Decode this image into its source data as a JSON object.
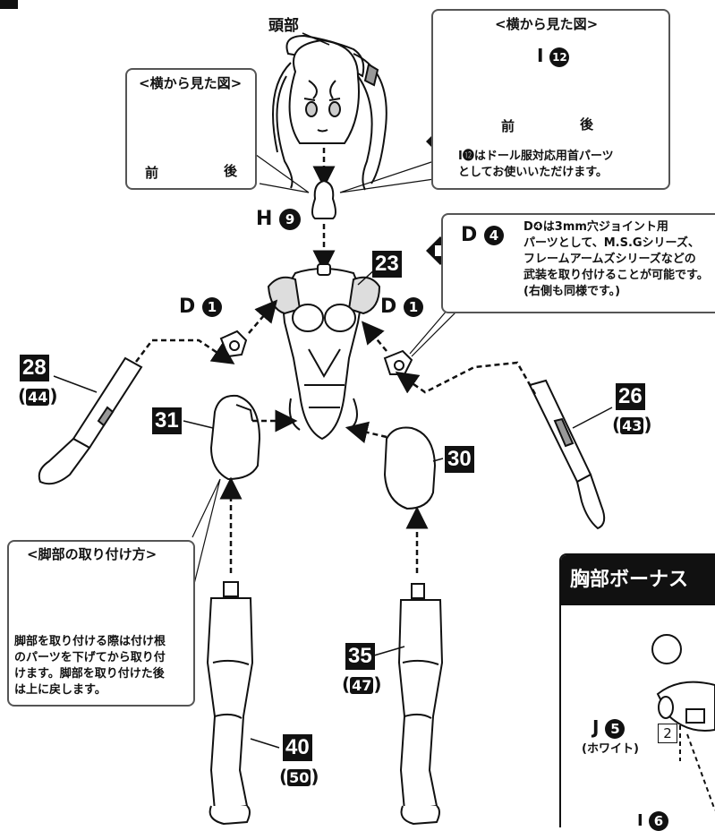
{
  "head_label": "頭部",
  "side_view_title": "<横から見た図>",
  "side_view_right_title": "<横から見た図>",
  "front_label": "前",
  "back_label": "後",
  "part_i12": "I",
  "part_i12_num": "12",
  "note_i12": "I⓬はドール服対応用首パーツとしてお使いいただけます。",
  "note_i12_lines": [
    "I⓬はドール服対応用首パーツ",
    "としてお使いいただけます。"
  ],
  "part_h": "H",
  "part_h_num": "9",
  "part_d": "D",
  "part_d4_num": "4",
  "part_d1_num": "1",
  "note_d4_lines": [
    "D❹は3mm穴ジョイント用",
    "パーツとして、M.S.Gシリーズ、",
    "フレームアームズシリーズなどの",
    "武装を取り付けることが可能です。",
    "(右側も同様です。)"
  ],
  "callouts": {
    "n23": "23",
    "n28": "28",
    "n44": "44",
    "n26": "26",
    "n43": "43",
    "n31": "31",
    "n30": "30",
    "n35": "35",
    "n47": "47",
    "n40": "40",
    "n50": "50"
  },
  "leg_box_title": "<脚部の取り付け方>",
  "leg_note_lines": [
    "脚部を取り付ける際は付け根",
    "のパーツを下げてから取り付",
    "けます。脚部を取り付けた後",
    "は上に戻します。"
  ],
  "bonus_title": "胸部ボーナス",
  "bonus_part_j": "J",
  "bonus_part_j_num": "5",
  "bonus_part_j_note": "(ホワイト)",
  "bonus_step": "2",
  "bonus_part_i": "I",
  "bonus_part_i_num": "6",
  "colors": {
    "ink": "#111111",
    "arrow": "#111111",
    "box_border": "#555555",
    "gray_arrow": "#8a8a8a"
  }
}
